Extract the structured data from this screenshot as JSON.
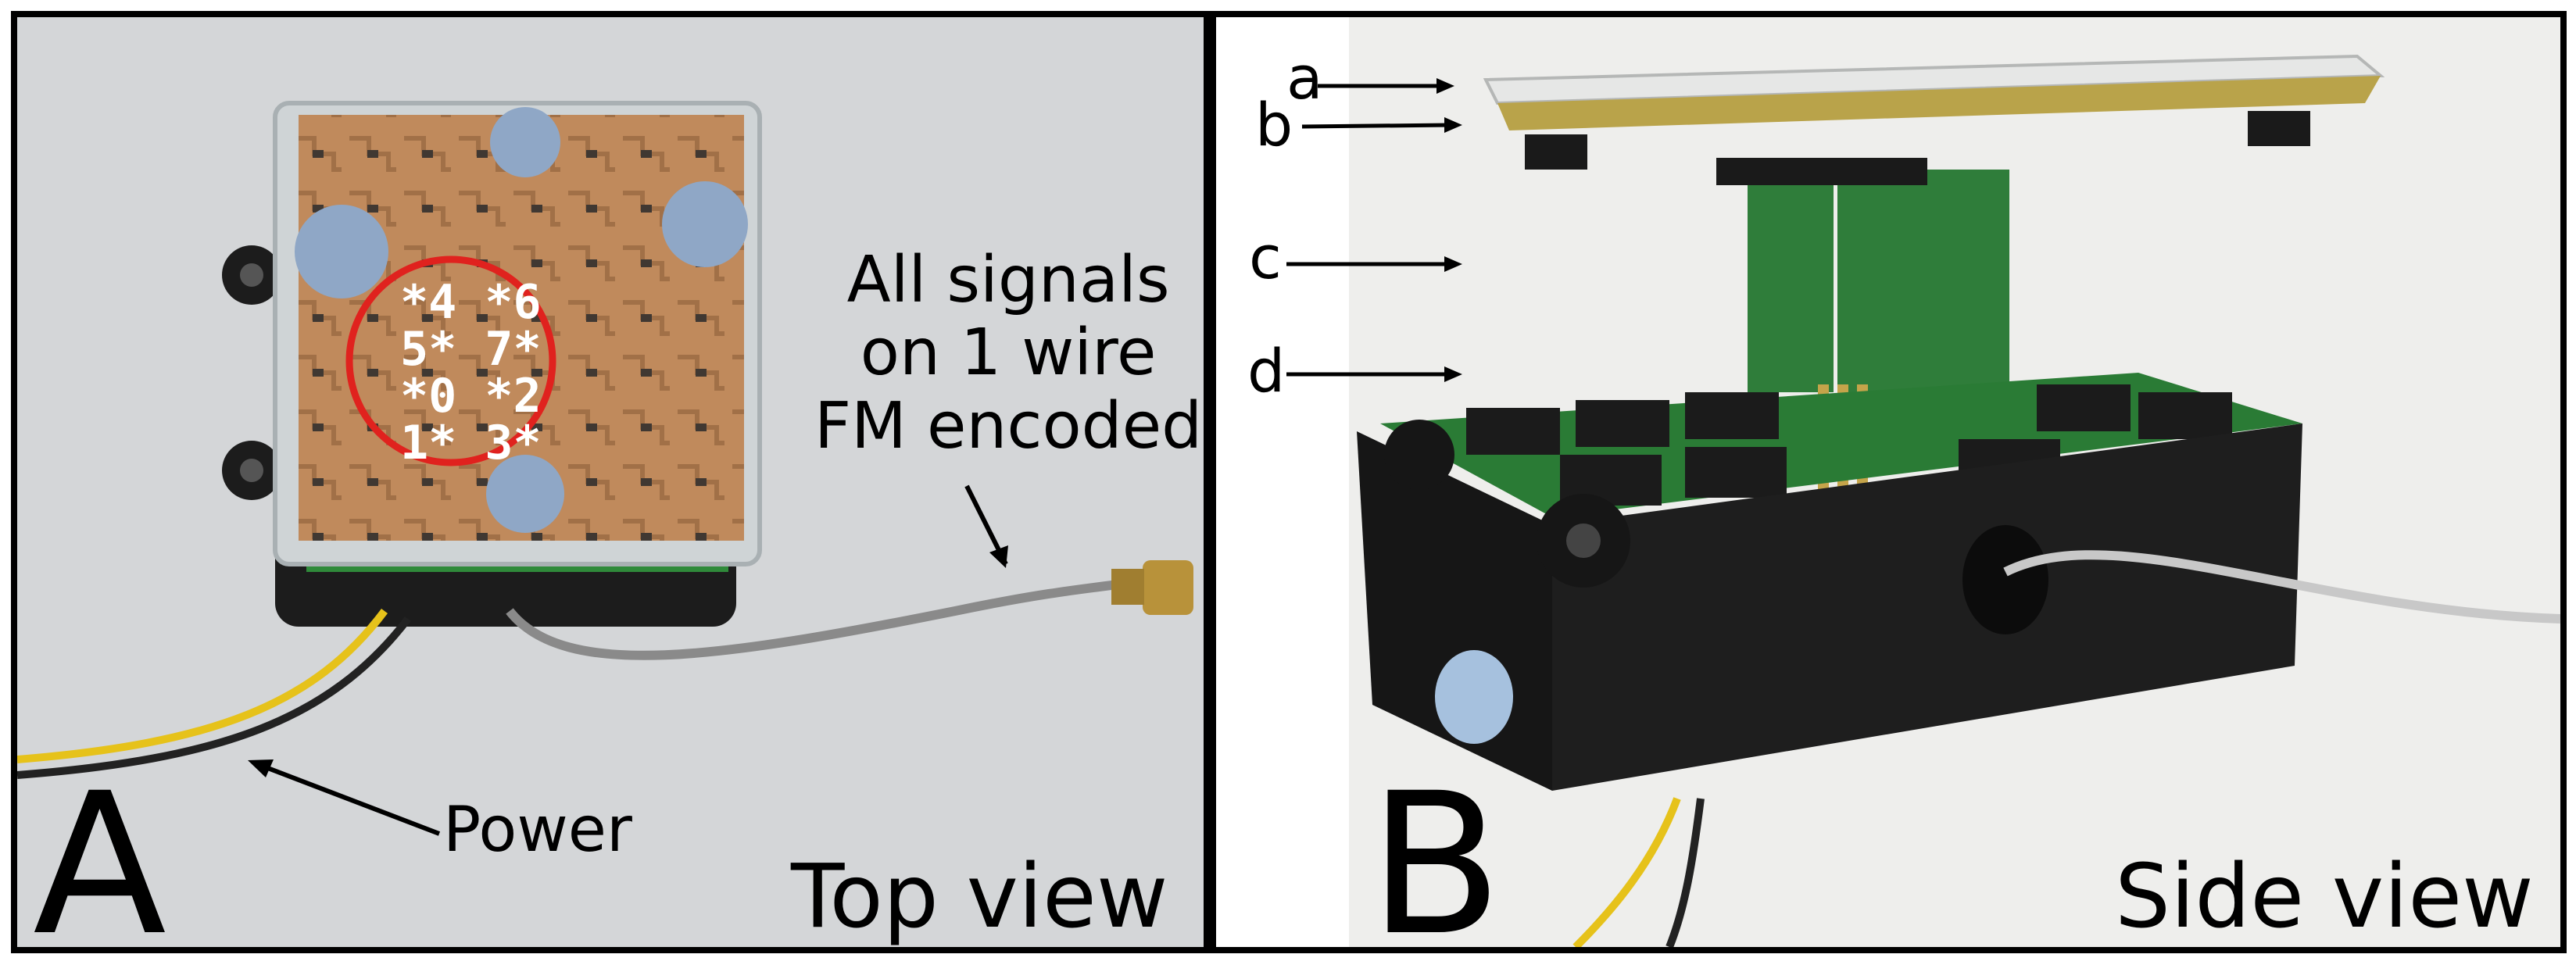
{
  "panel_a": {
    "letter": "A",
    "view_label": "Top view",
    "signal_note": [
      "All signals",
      "on 1 wire",
      "FM encoded"
    ],
    "power_label": "Power",
    "pin_rows": [
      "*4 *6",
      "5* 7*",
      "*0 *2",
      "1* 3*"
    ]
  },
  "panel_b": {
    "letter": "B",
    "view_label": "Side view",
    "arrows": [
      "a",
      "b",
      "c",
      "d"
    ]
  },
  "colors": {
    "copper": "#c08a5c",
    "highlight_ring": "#e0221e",
    "pad": "#8fa7c6",
    "enclosure": "#1c1c1c"
  }
}
